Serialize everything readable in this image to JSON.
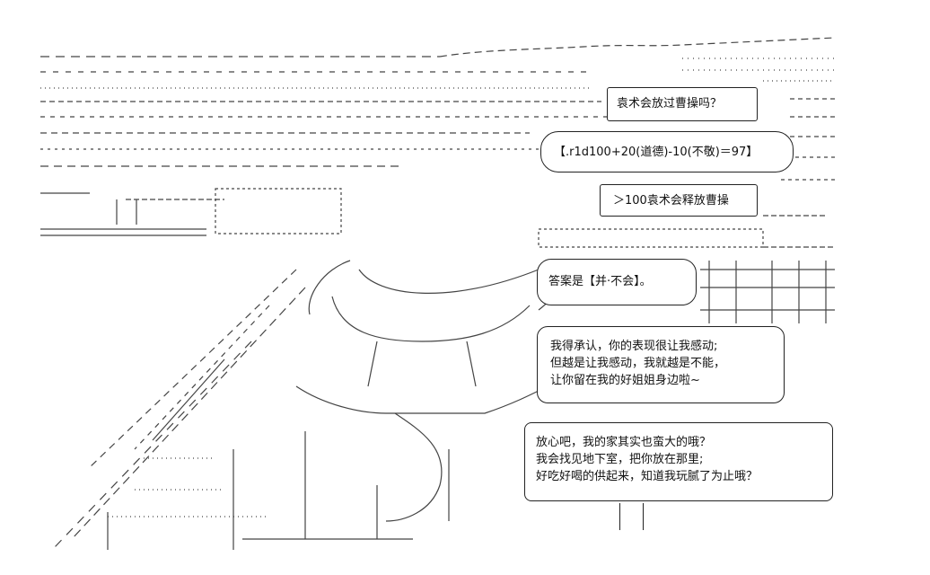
{
  "bubbles": {
    "question": "袁术会放过曹操吗？",
    "dice_roll": "【.r1d100+20(道德)-10(不敬)＝97】",
    "result": "＞100袁术会释放曹操",
    "answer": "答案是【并·不会】。",
    "speech_one": [
      "我得承认，你的表现很让我感动;",
      "但越是让我感动，我就越是不能，",
      "让你留在我的好姐姐身边啦~"
    ],
    "speech_two": [
      "放心吧，我的家其实也蛮大的哦？",
      "我会找见地下室，把你放在那里;",
      "好吃好喝的供起来，知道我玩腻了为止哦？"
    ]
  }
}
